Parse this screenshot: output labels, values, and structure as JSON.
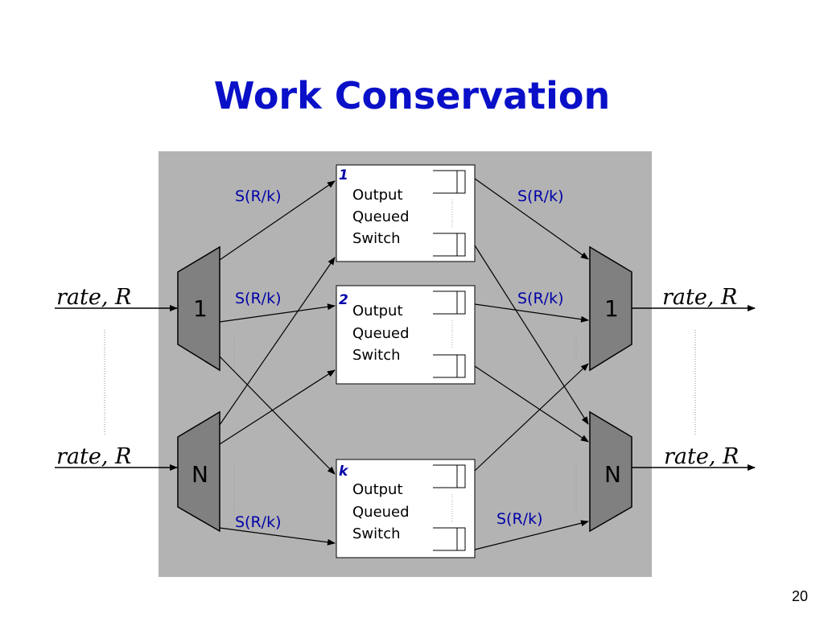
{
  "slide": {
    "title": "Work Conservation",
    "page_number": "20"
  },
  "rate_label": "rate, R",
  "link_label": "S(R/k)",
  "ports": {
    "top": "1",
    "bottom": "N"
  },
  "switches": [
    {
      "id": "1",
      "lines": [
        "Output",
        "Queued",
        "Switch"
      ]
    },
    {
      "id": "2",
      "lines": [
        "Output",
        "Queued",
        "Switch"
      ]
    },
    {
      "id": "k",
      "lines": [
        "Output",
        "Queued",
        "Switch"
      ]
    }
  ],
  "colors": {
    "title": "#0a10c8",
    "link_label": "#0000a8",
    "panel": "#b3b3b3",
    "port": "#808080"
  }
}
